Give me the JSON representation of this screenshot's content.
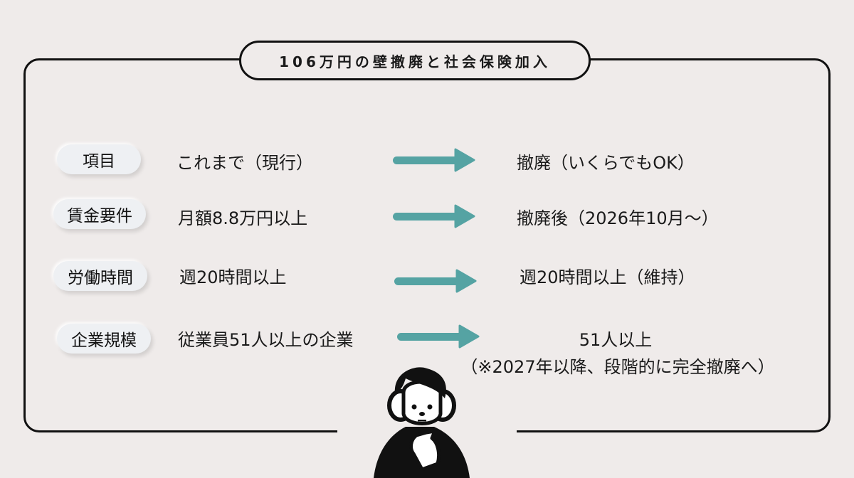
{
  "title": "106万円の壁撤廃と社会保険加入",
  "colors": {
    "background": "#efebea",
    "arrow": "#55a3a3",
    "border": "#111111",
    "label_bg": "#eef0f3"
  },
  "rows": [
    {
      "label": "項目",
      "before": "これまで（現行）",
      "after": "撤廃（いくらでもOK）"
    },
    {
      "label": "賃金要件",
      "before": "月額8.8万円以上",
      "after": "撤廃後（2026年10月～）"
    },
    {
      "label": "労働時間",
      "before": "週20時間以上",
      "after": "週20時間以上（維持）"
    },
    {
      "label": "企業規模",
      "before": "従業員51人以上の企業",
      "after": "51人以上",
      "after_note": "（※2027年以降、段階的に完全撤廃へ）"
    }
  ],
  "icons": {
    "arrow": "right-arrow-icon",
    "illustration": "thinking-person-illustration"
  }
}
